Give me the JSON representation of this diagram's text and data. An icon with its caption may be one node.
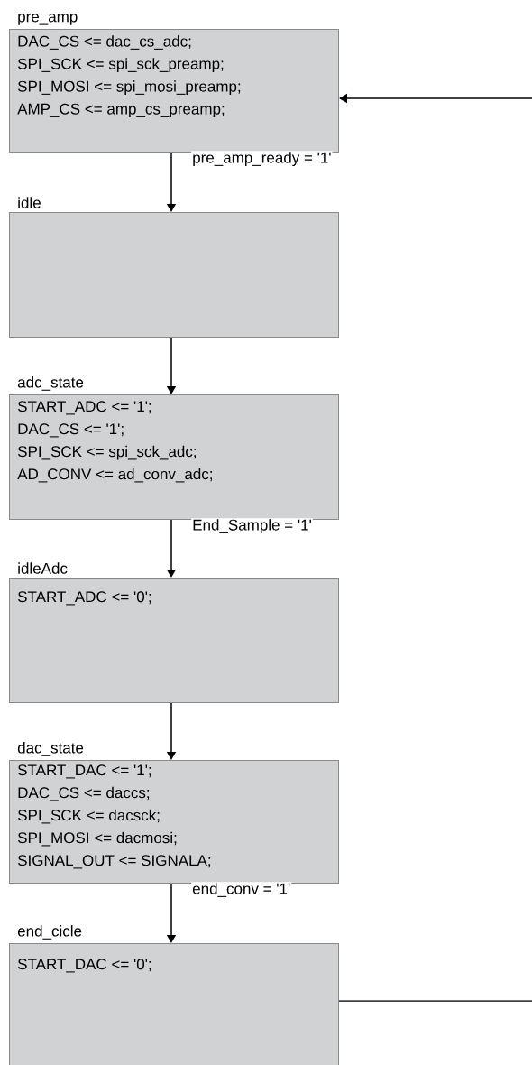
{
  "diagram": {
    "nodes": [
      {
        "text": [
          "pre_amp",
          "DAC_CS <= dac_cs_adc;",
          "SPI_SCK <= spi_sck_preamp;",
          "SPI_MOSI <= spi_mosi_preamp;",
          "AMP_CS <= amp_cs_preamp;"
        ]
      },
      {
        "text": [
          "idle"
        ]
      },
      {
        "text": [
          "adc_state",
          "START_ADC <= '1';",
          "DAC_CS <= '1';",
          "SPI_SCK <= spi_sck_adc;",
          "AD_CONV <= ad_conv_adc;"
        ]
      },
      {
        "text": [
          "idleAdc",
          "START_ADC <= '0';"
        ]
      },
      {
        "text": [
          "dac_state",
          "START_DAC <= '1';",
          "DAC_CS <= daccs;",
          "SPI_SCK <= dacsck;",
          "SPI_MOSI <= dacmosi;",
          "SIGNAL_OUT <= SIGNALA;"
        ]
      },
      {
        "text": [
          "end_cicle",
          "START_DAC <= '0';"
        ]
      }
    ],
    "edges": [
      {
        "from": 0,
        "to": 1,
        "arrow": "to",
        "label": "pre_amp_ready = '1'"
      },
      {
        "from": 1,
        "to": 2,
        "arrow": "to"
      },
      {
        "from": 2,
        "to": 3,
        "arrow": "to",
        "label": "End_Sample = '1'"
      },
      {
        "from": 3,
        "to": 4,
        "arrow": "to"
      },
      {
        "from": 4,
        "to": 5,
        "arrow": "to",
        "label": "end_conv = '1'"
      },
      {
        "from": 5,
        "to": null,
        "arrow": "none"
      },
      {
        "from": null,
        "to": 0,
        "arrow": "to"
      }
    ]
  }
}
